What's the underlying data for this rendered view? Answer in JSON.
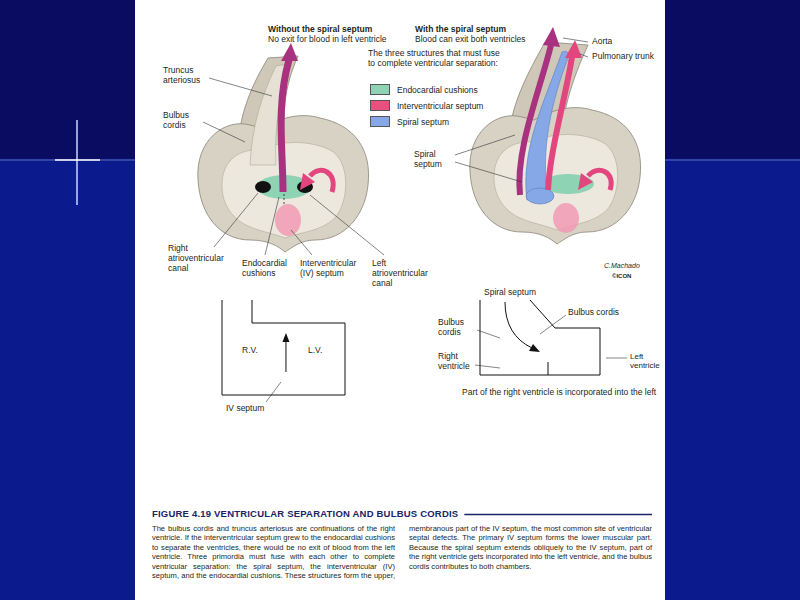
{
  "diagram": {
    "title": "FIGURE 4.19 VENTRICULAR SEPARATION AND BULBUS CORDIS",
    "caption": "The bulbus cordis and truncus arteriosus are continuations of the right ventricle. If the interventricular septum grew to the endocardial cushions to separate the ventricles, there would be no exit of blood from the left ventricle. Three primordia must fuse with each other to complete ventricular separation: the spiral septum, the interventricular (IV) septum, and the endocardial cushions. These structures form the upper, membranous part of the IV septum, the most common site of ventricular septal defects. The primary IV septum forms the lower muscular part. Because the spiral septum extends obliquely to the IV septum, part of the right ventricle gets incorporated into the left ventricle, and the bulbus cordis contributes to both chambers.",
    "nodes": [
      {
        "text": [
          "R.V.",
          "L.V."
        ]
      }
    ],
    "labels": [
      "Without the spiral septum",
      "No exit for blood in left ventricle",
      "With the spiral septum",
      "Blood can exit both ventricles",
      "Truncus arteriosus",
      "Bulbus cordis",
      "Right atrioventricular canal",
      "Endocardial cushions",
      "Interventricular (IV) septum",
      "Left atrioventricular canal",
      "The three structures that must fuse to complete ventricular separation:",
      "Aorta",
      "Pulmonary trunk",
      "Spiral septum",
      "C.Machado",
      "©ICON",
      "IV septum",
      "Spiral septum",
      "Bulbus cordis",
      "Bulbus cordis",
      "Right ventricle",
      "Left ventricle",
      "Part of the right ventricle is incorporated into the left"
    ],
    "legend": [
      {
        "text": "Endocardial cushions",
        "color": "#8fd3b5"
      },
      {
        "text": "Interventricular septum",
        "color": "#e8507f"
      },
      {
        "text": "Spiral septum",
        "color": "#86a8e6"
      }
    ]
  }
}
